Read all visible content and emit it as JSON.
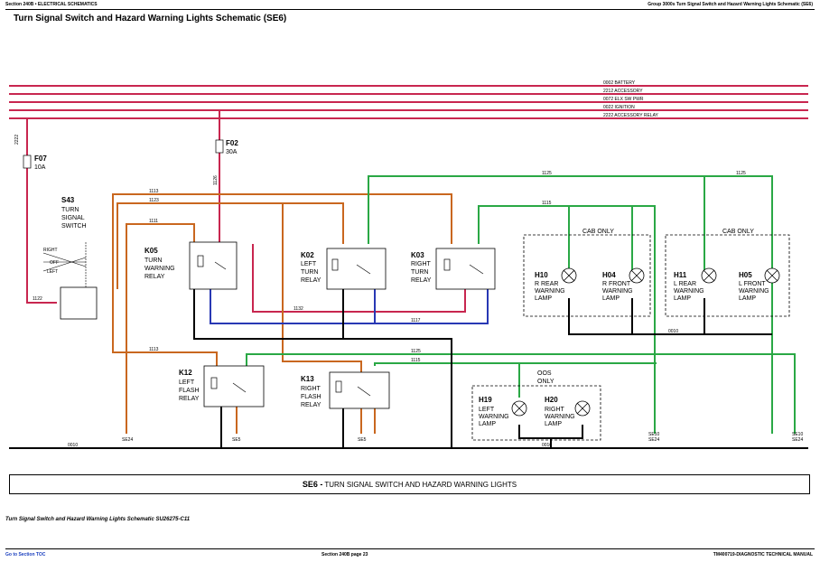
{
  "header": {
    "left": "Section 240B • ELECTRICAL SCHEMATICS",
    "right": "Group 3000s Turn Signal Switch and Hazard Warning Lights Schematic (SE6)"
  },
  "title": "Turn Signal Switch and Hazard Warning Lights Schematic (SE6)",
  "bus_lines": [
    "0002 BATTERY",
    "2212 ACCESSORY",
    "0072 ELX SW PWR",
    "0022 IGNITION",
    "2222 ACCESSORY RELAY"
  ],
  "fuses": {
    "f07": {
      "name": "F07",
      "rating": "10A",
      "wire": "2222"
    },
    "f02": {
      "name": "F02",
      "rating": "30A",
      "wire": "0022"
    }
  },
  "switch": {
    "name": "S43",
    "desc": [
      "TURN",
      "SIGNAL",
      "SWITCH"
    ],
    "positions": [
      "RIGHT",
      "OFF",
      "LEFT"
    ]
  },
  "relays": {
    "k05": {
      "name": "K05",
      "desc": [
        "TURN",
        "WARNING",
        "RELAY"
      ]
    },
    "k02": {
      "name": "K02",
      "desc": [
        "LEFT",
        "TURN",
        "RELAY"
      ]
    },
    "k03": {
      "name": "K03",
      "desc": [
        "RIGHT",
        "TURN",
        "RELAY"
      ]
    },
    "k12": {
      "name": "K12",
      "desc": [
        "LEFT",
        "FLASH",
        "RELAY"
      ]
    },
    "k13": {
      "name": "K13",
      "desc": [
        "RIGHT",
        "FLASH",
        "RELAY"
      ]
    }
  },
  "lamps": {
    "h10": {
      "name": "H10",
      "desc": [
        "R REAR",
        "WARNING",
        "LAMP"
      ]
    },
    "h04": {
      "name": "H04",
      "desc": [
        "R FRONT",
        "WARNING",
        "LAMP"
      ]
    },
    "h11": {
      "name": "H11",
      "desc": [
        "L REAR",
        "WARNING",
        "LAMP"
      ]
    },
    "h05": {
      "name": "H05",
      "desc": [
        "L FRONT",
        "WARNING",
        "LAMP"
      ]
    },
    "h19": {
      "name": "H19",
      "desc": [
        "LEFT",
        "WARNING",
        "LAMP"
      ]
    },
    "h20": {
      "name": "H20",
      "desc": [
        "RIGHT",
        "WARNING",
        "LAMP"
      ]
    }
  },
  "boxes": {
    "cab_only": "CAB ONLY",
    "oos_only": [
      "OOS",
      "ONLY"
    ]
  },
  "wires": {
    "w1125": "1125",
    "w1115": "1115",
    "w1113": "1113",
    "w1123": "1123",
    "w1111": "1111",
    "w1132": "1132",
    "w1117": "1117",
    "w1122": "1122",
    "w0010": "0010",
    "w0022": "0022",
    "w1126": "1126"
  },
  "splices": {
    "se24": "SE24",
    "se5": "SE5",
    "se10": "SE10"
  },
  "banner": {
    "code": "SE6 -",
    "text": "TURN SIGNAL SWITCH AND HAZARD WARNING LIGHTS"
  },
  "caption": "Turn Signal Switch and Hazard Warning Lights Schematic SU26275-C11",
  "footer": {
    "left": "Go to Section TOC",
    "center": "Section 240B page 23",
    "right": "TM400719-DIAGNOSTIC TECHNICAL MANUAL"
  }
}
